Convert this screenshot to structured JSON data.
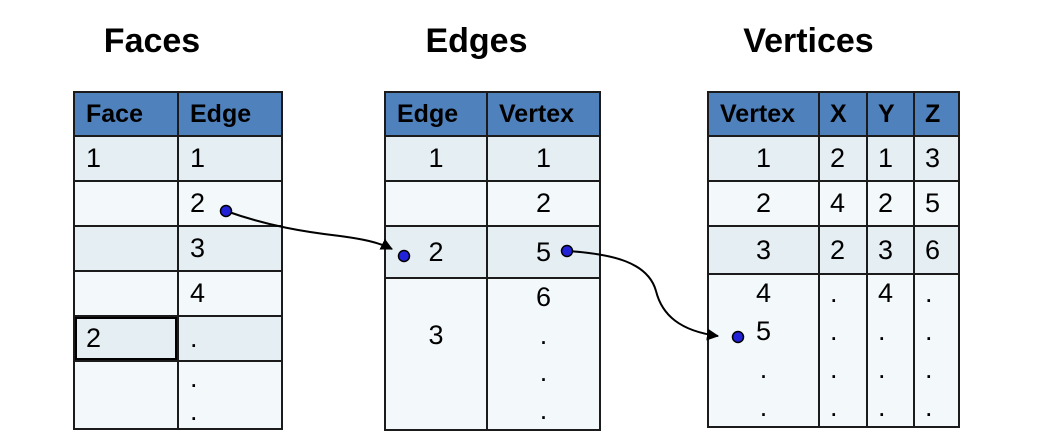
{
  "titles": {
    "faces": "Faces",
    "edges": "Edges",
    "vertices": "Vertices"
  },
  "faces_table": {
    "headers": [
      "Face",
      "Edge"
    ],
    "rows": [
      [
        "1",
        "1"
      ],
      [
        "",
        "2"
      ],
      [
        "",
        "3"
      ],
      [
        "",
        "4"
      ],
      [
        "2",
        "."
      ],
      [
        "",
        "."
      ],
      [
        "",
        "."
      ]
    ]
  },
  "edges_table": {
    "headers": [
      "Edge",
      "Vertex"
    ],
    "rows": [
      [
        "1",
        "1"
      ],
      [
        "",
        "2"
      ],
      [
        "2",
        "5"
      ],
      [
        "",
        "6"
      ],
      [
        "3",
        "."
      ],
      [
        "",
        "."
      ],
      [
        "",
        "."
      ]
    ]
  },
  "vertices_table": {
    "headers": [
      "Vertex",
      "X",
      "Y",
      "Z"
    ],
    "rows": [
      [
        "1",
        "2",
        "1",
        "3"
      ],
      [
        "2",
        "4",
        "2",
        "5"
      ],
      [
        "3",
        "2",
        "3",
        "6"
      ],
      [
        "4",
        ".",
        "4",
        "."
      ],
      [
        "5",
        ".",
        ".",
        "."
      ],
      [
        ".",
        ".",
        ".",
        "."
      ],
      [
        ".",
        ".",
        ".",
        "."
      ]
    ]
  },
  "connections": [
    {
      "from_table": "Faces",
      "from_column": "Edge",
      "from_value": "2",
      "to_table": "Edges",
      "to_column": "Edge",
      "to_value": "2"
    },
    {
      "from_table": "Edges",
      "from_column": "Vertex",
      "from_value": "5",
      "to_table": "Vertices",
      "to_column": "Vertex",
      "to_value": "5"
    }
  ],
  "colors": {
    "header_bg": "#4f81bd",
    "row_band_a": "#e5eef3",
    "row_band_b": "#f3f8fa",
    "border": "#1b1b1b",
    "connector_line": "#000000",
    "connector_dot": "#2222d8"
  }
}
